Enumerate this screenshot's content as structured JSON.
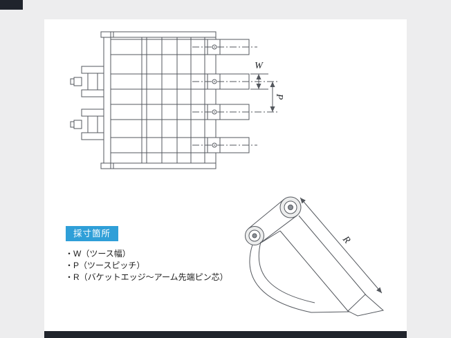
{
  "colors": {
    "page_background": "#ededee",
    "content_background": "#ffffff",
    "footer_bar": "#20242c",
    "legend_badge": "#2f9fd8",
    "drawing_line": "#53575d"
  },
  "legend": {
    "title": "採寸箇所",
    "items": [
      "・W（ツース幅）",
      "・P（ツースピッチ）",
      "・R（バケットエッジ〜アーム先端ピン芯）"
    ]
  },
  "dimensions": {
    "w": "W",
    "p": "P",
    "r": "R"
  }
}
